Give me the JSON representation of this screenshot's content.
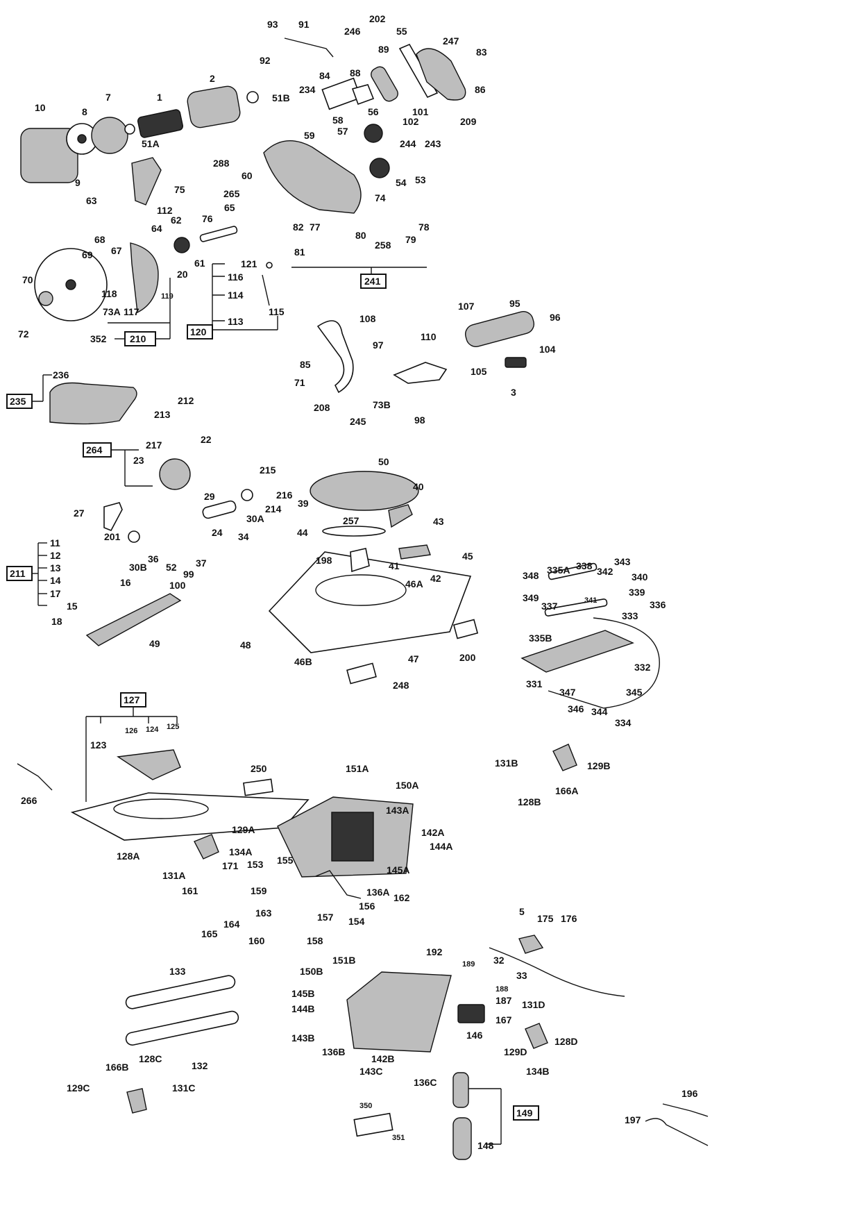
{
  "labels": {
    "l1": "1",
    "l2": "2",
    "l3": "3",
    "l5": "5",
    "l7": "7",
    "l8": "8",
    "l9": "9",
    "l10": "10",
    "l11": "11",
    "l12": "12",
    "l13": "13",
    "l14": "14",
    "l15": "15",
    "l16": "16",
    "l17": "17",
    "l18": "18",
    "l20": "20",
    "l22": "22",
    "l23": "23",
    "l24": "24",
    "l27": "27",
    "l29": "29",
    "l30A": "30A",
    "l30B": "30B",
    "l32": "32",
    "l33": "33",
    "l34": "34",
    "l36": "36",
    "l37": "37",
    "l39": "39",
    "l40": "40",
    "l41": "41",
    "l42": "42",
    "l43": "43",
    "l44": "44",
    "l45": "45",
    "l46A": "46A",
    "l46B": "46B",
    "l47": "47",
    "l48": "48",
    "l49": "49",
    "l50": "50",
    "l51A": "51A",
    "l51B": "51B",
    "l52": "52",
    "l53": "53",
    "l54": "54",
    "l55": "55",
    "l56": "56",
    "l57": "57",
    "l58": "58",
    "l59": "59",
    "l60": "60",
    "l61": "61",
    "l62": "62",
    "l63": "63",
    "l64": "64",
    "l65": "65",
    "l67": "67",
    "l68": "68",
    "l69": "69",
    "l70": "70",
    "l71": "71",
    "l72": "72",
    "l73A": "73A",
    "l73B": "73B",
    "l74": "74",
    "l75": "75",
    "l76": "76",
    "l77": "77",
    "l78": "78",
    "l79": "79",
    "l80": "80",
    "l81": "81",
    "l82": "82",
    "l83": "83",
    "l84": "84",
    "l85": "85",
    "l86": "86",
    "l88": "88",
    "l89": "89",
    "l91": "91",
    "l92": "92",
    "l93": "93",
    "l95": "95",
    "l96": "96",
    "l97": "97",
    "l98": "98",
    "l99": "99",
    "l100": "100",
    "l101": "101",
    "l102": "102",
    "l104": "104",
    "l105": "105",
    "l107": "107",
    "l108": "108",
    "l110": "110",
    "l112": "112",
    "l113": "113",
    "l114": "114",
    "l115": "115",
    "l116": "116",
    "l117": "117",
    "l118": "118",
    "l119": "119",
    "l120": "120",
    "l121": "121",
    "l123": "123",
    "l124": "124",
    "l125": "125",
    "l126": "126",
    "l127": "127",
    "l128A": "128A",
    "l128B": "128B",
    "l128C": "128C",
    "l128D": "128D",
    "l129A": "129A",
    "l129B": "129B",
    "l129C": "129C",
    "l129D": "129D",
    "l131A": "131A",
    "l131B": "131B",
    "l131C": "131C",
    "l131D": "131D",
    "l132": "132",
    "l133": "133",
    "l134A": "134A",
    "l134B": "134B",
    "l136A": "136A",
    "l136B": "136B",
    "l136C": "136C",
    "l142A": "142A",
    "l142B": "142B",
    "l143A": "143A",
    "l143B": "143B",
    "l143C": "143C",
    "l144A": "144A",
    "l144B": "144B",
    "l145A": "145A",
    "l145B": "145B",
    "l146": "146",
    "l148": "148",
    "l149": "149",
    "l150A": "150A",
    "l150B": "150B",
    "l151A": "151A",
    "l151B": "151B",
    "l153": "153",
    "l154": "154",
    "l155": "155",
    "l156": "156",
    "l157": "157",
    "l158": "158",
    "l159": "159",
    "l160": "160",
    "l161": "161",
    "l162": "162",
    "l163": "163",
    "l164": "164",
    "l165": "165",
    "l166A": "166A",
    "l166B": "166B",
    "l167": "167",
    "l171": "171",
    "l175": "175",
    "l176": "176",
    "l187": "187",
    "l188": "188",
    "l189": "189",
    "l192": "192",
    "l196": "196",
    "l197": "197",
    "l198": "198",
    "l200": "200",
    "l201": "201",
    "l202": "202",
    "l208": "208",
    "l209": "209",
    "l210": "210",
    "l211": "211",
    "l212": "212",
    "l213": "213",
    "l214": "214",
    "l215": "215",
    "l216": "216",
    "l217": "217",
    "l234": "234",
    "l235": "235",
    "l236": "236",
    "l241": "241",
    "l243": "243",
    "l244": "244",
    "l245": "245",
    "l246": "246",
    "l247": "247",
    "l248": "248",
    "l250": "250",
    "l257": "257",
    "l258": "258",
    "l264": "264",
    "l265": "265",
    "l266": "266",
    "l288": "288",
    "l331": "331",
    "l332": "332",
    "l333": "333",
    "l334": "334",
    "l335A": "335A",
    "l335B": "335B",
    "l336": "336",
    "l337": "337",
    "l338": "338",
    "l339": "339",
    "l340": "340",
    "l341": "341",
    "l342": "342",
    "l343": "343",
    "l344": "344",
    "l345": "345",
    "l346": "346",
    "l347": "347",
    "l348": "348",
    "l349": "349",
    "l350": "350",
    "l351": "351",
    "l352": "352"
  }
}
